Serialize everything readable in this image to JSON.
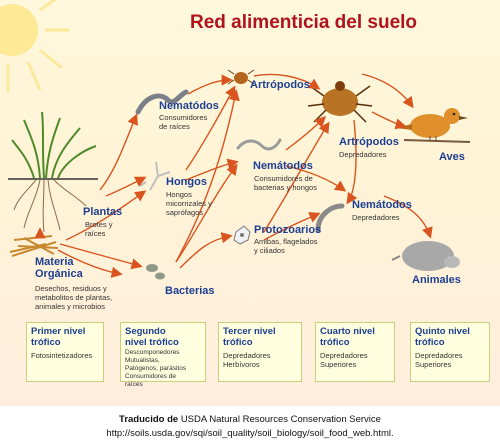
{
  "title": "Red alimenticia del suelo",
  "nodes": {
    "plantas": {
      "label": "Plantas",
      "desc": "Brotes y\nraíces"
    },
    "materia": {
      "label": "Materia\nOrgánica",
      "desc": "Desechos, residuos y\nmetabolitos de plantas,\nanimales y microbios"
    },
    "nematodos_raices": {
      "label": "Nematódos",
      "desc": "Consumidores\nde raíces"
    },
    "hongos": {
      "label": "Hongos",
      "desc": "Hongos\nmicorrizales y\nsaprófagos"
    },
    "bacterias": {
      "label": "Bacterias",
      "desc": ""
    },
    "artropodos_1": {
      "label": "Artrópodos",
      "desc": ""
    },
    "nematodos_bh": {
      "label": "Nemátodos",
      "desc": "Consumidores de\nbacterias y hongos"
    },
    "protozoarios": {
      "label": "Protozoarios",
      "desc": "Amibas, flagelados\ny ciliados"
    },
    "artropodos_2": {
      "label": "Artrópodos",
      "desc": "Depredadores"
    },
    "nematodos_dep": {
      "label": "Nemátodos",
      "desc": "Depredadores"
    },
    "aves": {
      "label": "Aves",
      "desc": ""
    },
    "animales": {
      "label": "Animales",
      "desc": ""
    }
  },
  "levels": [
    {
      "title": "Primer nivel\ntrófico",
      "desc": "Fotosintetizadores"
    },
    {
      "title": "Segundo\nnivel trófico",
      "desc": "Descomponedores\nMutualistas,\nPatógenos, parásitos\nConsumidores de\nraíces"
    },
    {
      "title": "Tercer nivel\ntrófico",
      "desc": "Depredadores\nHerbívoros"
    },
    {
      "title": "Cuarto nivel\ntrófico",
      "desc": "Depredadores\nSuperiores"
    },
    {
      "title": "Quinto nivel\ntrófico",
      "desc": "Depredadores\nSuperiores"
    }
  ],
  "footer": {
    "line1_prefix": "Traducido de",
    "line1_source": "USDA Natural Resources Conservation Service",
    "line2": "http://soils.usda.gov/sqi/soil_quality/soil_biology/soil_food_web.html."
  },
  "colors": {
    "title": "#b0131e",
    "label": "#1c3f93",
    "arrow": "#d9541e",
    "box": "#ffffe0"
  }
}
